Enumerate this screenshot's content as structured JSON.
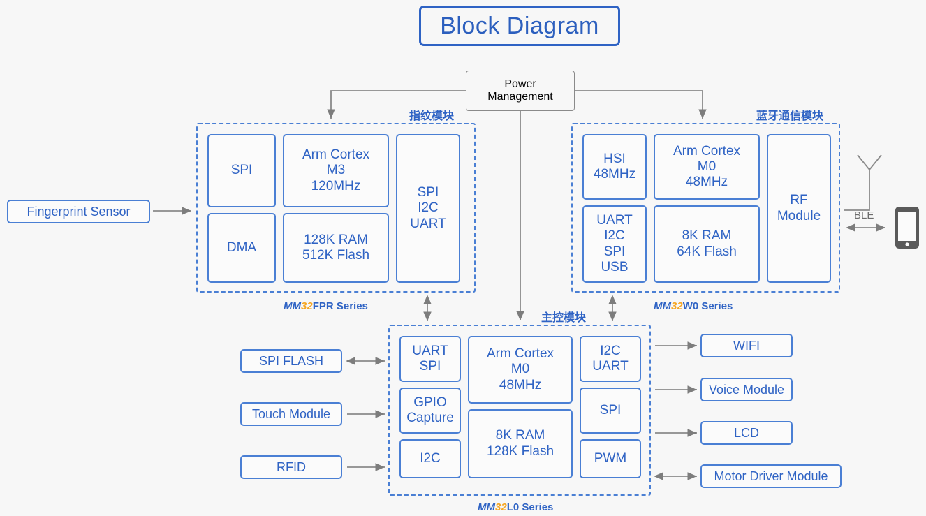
{
  "title": "Block Diagram",
  "colors": {
    "accent_blue": "#2f63c4",
    "block_border": "#4a7fd4",
    "gray_line": "#8a8a8a",
    "orange": "#f5a623",
    "background": "#f7f7f7",
    "phone_dark": "#5a5a5a"
  },
  "power": {
    "label": "Power\nManagement",
    "line1": "Power",
    "line2": "Management"
  },
  "modules": {
    "fingerprint": {
      "cn_label": "指纹模块",
      "series_mm": "MM",
      "series_32": "32",
      "series_rest": "FPR Series",
      "blocks": [
        {
          "name": "spi",
          "text": "SPI"
        },
        {
          "name": "arm-cortex-m3",
          "text": "Arm Cortex\nM3\n120MHz",
          "lines": [
            "Arm Cortex",
            "M3",
            "120MHz"
          ]
        },
        {
          "name": "spi-i2c-uart",
          "text": "SPI\nI2C\nUART",
          "lines": [
            "SPI",
            "I2C",
            "UART"
          ]
        },
        {
          "name": "dma",
          "text": "DMA"
        },
        {
          "name": "ram-flash",
          "text": "128K RAM\n512K Flash",
          "lines": [
            "128K RAM",
            "512K Flash"
          ]
        }
      ]
    },
    "bluetooth": {
      "cn_label": "蓝牙通信模块",
      "series_mm": "MM",
      "series_32": "32",
      "series_rest": "W0 Series",
      "blocks": [
        {
          "name": "hsi",
          "text": "HSI\n48MHz",
          "lines": [
            "HSI",
            "48MHz"
          ]
        },
        {
          "name": "arm-cortex-m0",
          "text": "Arm Cortex\nM0\n48MHz",
          "lines": [
            "Arm Cortex",
            "M0",
            "48MHz"
          ]
        },
        {
          "name": "rf-module",
          "text": "RF\nModule",
          "lines": [
            "RF",
            "Module"
          ]
        },
        {
          "name": "uart-i2c-spi-usb",
          "text": "UART\nI2C\nSPI\nUSB",
          "lines": [
            "UART",
            "I2C",
            "SPI",
            "USB"
          ]
        },
        {
          "name": "ram-flash",
          "text": "8K RAM\n64K Flash",
          "lines": [
            "8K RAM",
            "64K Flash"
          ]
        }
      ]
    },
    "main_control": {
      "cn_label": "主控模块",
      "series_mm": "MM",
      "series_32": "32",
      "series_rest": "L0 Series",
      "blocks": [
        {
          "name": "uart-spi",
          "text": "UART\nSPI",
          "lines": [
            "UART",
            "SPI"
          ]
        },
        {
          "name": "gpio-capture",
          "text": "GPIO\nCapture",
          "lines": [
            "GPIO",
            "Capture"
          ]
        },
        {
          "name": "i2c",
          "text": "I2C",
          "lines": [
            "I2C"
          ]
        },
        {
          "name": "arm-cortex-m0",
          "text": "Arm Cortex\nM0\n48MHz",
          "lines": [
            "Arm Cortex",
            "M0",
            "48MHz"
          ]
        },
        {
          "name": "ram-flash",
          "text": "8K RAM\n128K Flash",
          "lines": [
            "8K RAM",
            "128K Flash"
          ]
        },
        {
          "name": "i2c-uart",
          "text": "I2C\nUART",
          "lines": [
            "I2C",
            "UART"
          ]
        },
        {
          "name": "spi",
          "text": "SPI",
          "lines": [
            "SPI"
          ]
        },
        {
          "name": "pwm",
          "text": "PWM",
          "lines": [
            "PWM"
          ]
        }
      ]
    }
  },
  "peripherals": {
    "fingerprint_sensor": {
      "label": "Fingerprint Sensor",
      "arrow": "right"
    },
    "left": [
      {
        "name": "spi-flash",
        "label": "SPI FLASH",
        "arrow": "both"
      },
      {
        "name": "touch-module",
        "label": "Touch Module",
        "arrow": "right"
      },
      {
        "name": "rfid",
        "label": "RFID",
        "arrow": "right"
      }
    ],
    "right": [
      {
        "name": "wifi",
        "label": "WIFI",
        "arrow": "right"
      },
      {
        "name": "voice-module",
        "label": "Voice Module",
        "arrow": "right"
      },
      {
        "name": "lcd",
        "label": "LCD",
        "arrow": "right"
      },
      {
        "name": "motor-driver-module",
        "label": "Motor Driver Module",
        "arrow": "both"
      }
    ]
  },
  "wireless": {
    "ble_label": "BLE",
    "antenna": "antenna-icon",
    "device": "smartphone-icon"
  }
}
